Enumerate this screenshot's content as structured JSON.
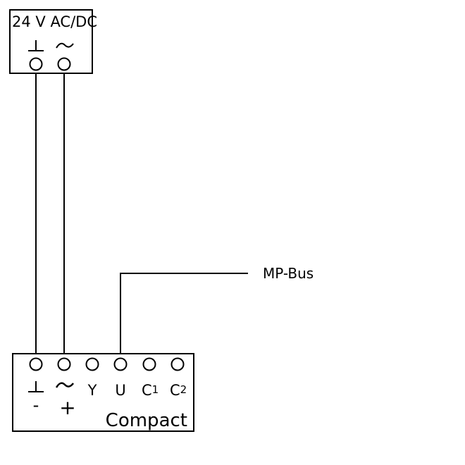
{
  "power_supply": {
    "label": "24 V AC/DC",
    "terminals": [
      {
        "symbol": "ground-symbol"
      },
      {
        "symbol": "ac-tilde-symbol"
      }
    ]
  },
  "bus": {
    "label": "MP-Bus"
  },
  "actuator": {
    "label": "Compact",
    "terminals": [
      {
        "label": "",
        "symbol": "ground-symbol",
        "polarity": "-"
      },
      {
        "label": "",
        "symbol": "ac-tilde-symbol",
        "polarity": "+"
      },
      {
        "label": "Y",
        "sub": ""
      },
      {
        "label": "U",
        "sub": ""
      },
      {
        "label": "C",
        "sub": "1"
      },
      {
        "label": "C",
        "sub": "2"
      }
    ]
  },
  "colors": {
    "stroke": "#000000",
    "background": "#ffffff"
  }
}
